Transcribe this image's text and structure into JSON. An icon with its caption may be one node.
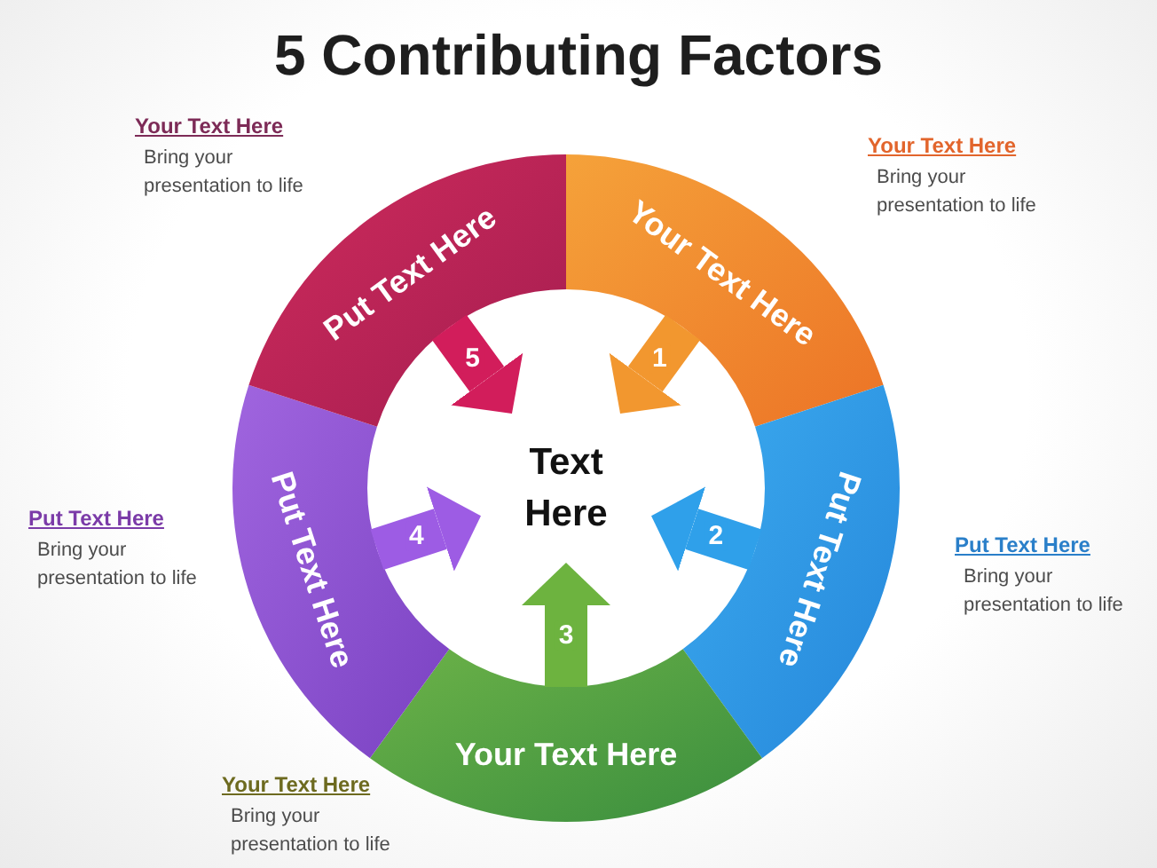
{
  "diagram": {
    "title": "5 Contributing Factors",
    "nodes": [
      {
        "text": [
          "Your Text Here"
        ],
        "beside": [
          "Your Text Here",
          "Bring your presentation to life"
        ]
      },
      {
        "text": [
          "Put Text Here"
        ],
        "beside": [
          "Put Text Here",
          "Bring your presentation to life"
        ]
      },
      {
        "text": [
          "Your Text Here"
        ],
        "beside": [
          "Your Text Here",
          "Bring your presentation to life"
        ]
      },
      {
        "text": [
          "Put Text Here"
        ],
        "beside": [
          "Put Text Here",
          "Bring your presentation to life"
        ]
      },
      {
        "text": [
          "Put Text Here"
        ],
        "beside": [
          "Your Text Here",
          "Bring your presentation to life"
        ]
      },
      {
        "text": [
          "Text Here"
        ]
      }
    ],
    "edges": [
      {
        "from": 0,
        "to": 5,
        "arrow": "to",
        "label": "1",
        "color": "#f2972f"
      },
      {
        "from": 1,
        "to": 5,
        "arrow": "to",
        "label": "2",
        "color": "#2fa0ea"
      },
      {
        "from": 2,
        "to": 5,
        "arrow": "to",
        "label": "3",
        "color": "#6db33f"
      },
      {
        "from": 3,
        "to": 5,
        "arrow": "to",
        "label": "4",
        "color": "#9d5ce4"
      },
      {
        "from": 4,
        "to": 5,
        "arrow": "to",
        "label": "5",
        "color": "#d21d5b"
      }
    ]
  }
}
